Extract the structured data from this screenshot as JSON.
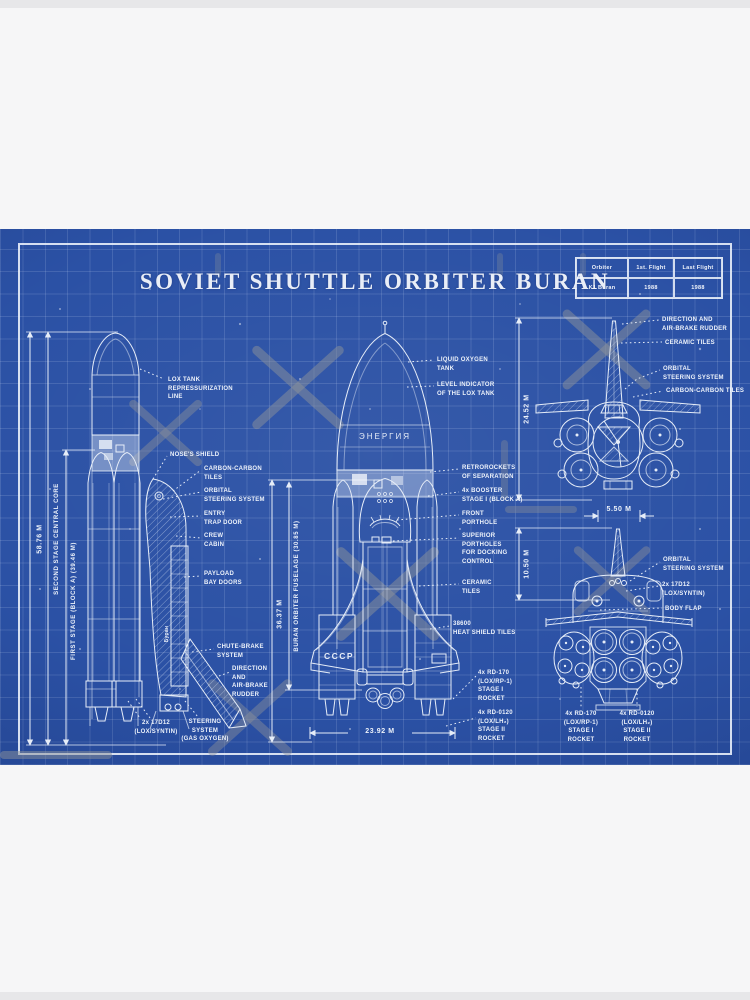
{
  "page": {
    "background": "#f6f6f7"
  },
  "poster": {
    "title": "SOVIET SHUTTLE ORBITER BURAN",
    "colors": {
      "blueprint_blue": "#2b51a5",
      "line_white": "#e6edf8",
      "grid_line": "#d7e4fa"
    },
    "info_table": {
      "headers": [
        "Orbiter",
        "1st. Flight",
        "Last Flight"
      ],
      "row": [
        "K1 Buran",
        "1988",
        "1988"
      ]
    },
    "side_view": {
      "dim_total_height": "58.76 M",
      "dim_second_stage": "SECOND STAGE CENTRAL CORE",
      "dim_first_stage": "FIRST STAGE (BLOCK A) (39.46 M)",
      "hull_text": "Буран",
      "labels": [
        "LOX TANK\nREPRESSURIZATION\nLINE",
        "NOSE'S SHIELD",
        "CARBON-CARBON\nTILES",
        "ORBITAL\nSTEERING SYSTEM",
        "ENTRY\nTRAP DOOR",
        "CREW\nCABIN",
        "PAYLOAD\nBAY DOORS",
        "CHUTE-BRAKE\nSYSTEM",
        "DIRECTION\nAND\nAIR-BRAKE\nRUDDER",
        "2x 17D12\n(LOX/SYNTIN)",
        "STEERING\nSYSTEM\n(GAS OXYGEN)"
      ]
    },
    "top_view": {
      "dim_length": "36.37 M",
      "dim_fuselage": "BURAN ORBITER FUSELAGE (30.85 M)",
      "dim_wingspan": "23.92 M",
      "tank_text": "ЭНЕРГИЯ",
      "wing_text": "CCCP",
      "labels": [
        "LIQUID OXYGEN\nTANK",
        "LEVEL INDICATOR\nOF THE LOX TANK",
        "RETROROCKETS\nOF SEPARATION",
        "4x BOOSTER\nSTAGE I (BLOCK A)",
        "FRONT\nPORTHOLE",
        "SUPERIOR\nPORTHOLES\nFOR DOCKING\nCONTROL",
        "CERAMIC\nTILES",
        "38600\nHEAT SHIELD TILES",
        "4x RD-170\n(LOX/RP-1)\nSTAGE I\nROCKET",
        "4x RD-0120\n(LOX/LH₂)\nSTAGE II\nROCKET"
      ]
    },
    "front_view": {
      "dim_height": "24.52 M",
      "labels": [
        "DIRECTION AND\nAIR-BRAKE RUDDER",
        "CERAMIC TILES",
        "ORBITAL\nSTEERING SYSTEM",
        "CARBON-CARBON TILES"
      ]
    },
    "rear_view": {
      "dim_width": "5.50 M",
      "dim_height": "10.50 M",
      "labels": [
        "ORBITAL\nSTEERING SYSTEM",
        "2x 17D12\n(LOX/SYNTIN)",
        "BODY FLAP",
        "4x RD-170\n(LOX/RP-1)\nSTAGE I\nROCKET",
        "4x RD-0120\n(LOX/LH₂)\nSTAGE II\nROCKET"
      ]
    }
  }
}
